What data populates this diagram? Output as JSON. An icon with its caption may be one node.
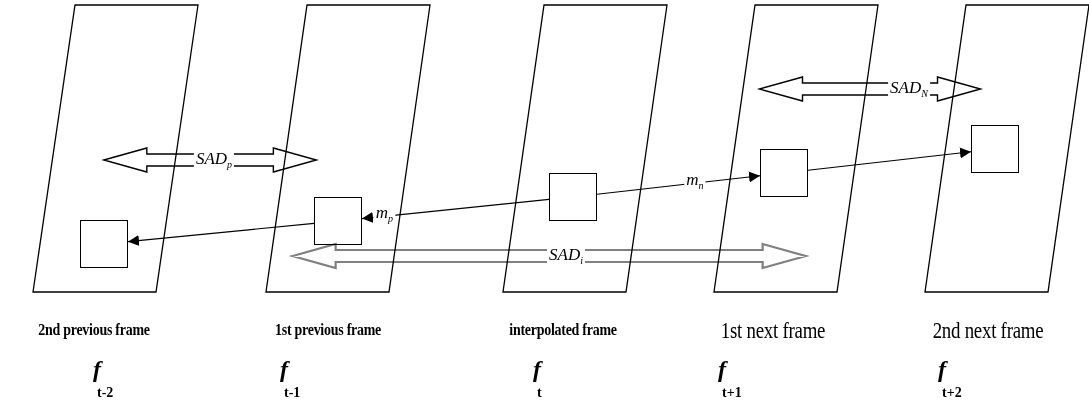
{
  "diagram": {
    "nodes": [
      {
        "text": [],
        "shape": "parallelogram",
        "beside": [
          "2nd previous frame",
          "*f*$_{t-2}$"
        ]
      },
      {
        "text": [],
        "shape": "box",
        "in": 0
      },
      {
        "text": [],
        "shape": "parallelogram",
        "beside": [
          "1st previous frame",
          "*f*$_{t-1}$"
        ]
      },
      {
        "text": [],
        "shape": "box",
        "in": 2
      },
      {
        "text": [],
        "shape": "parallelogram",
        "beside": [
          "interpolated frame",
          "*f*$_{t}$"
        ]
      },
      {
        "text": [],
        "shape": "box",
        "in": 4
      },
      {
        "text": [],
        "shape": "parallelogram",
        "beside": [
          "1st next frame",
          "*f*$_{t+1}$"
        ]
      },
      {
        "text": [],
        "shape": "box",
        "in": 6
      },
      {
        "text": [],
        "shape": "parallelogram",
        "beside": [
          "2nd next frame",
          "*f*$_{t+2}$"
        ]
      },
      {
        "text": [],
        "shape": "box",
        "in": 8
      }
    ],
    "edges": [
      {
        "from": 5,
        "to": 3,
        "arrow": "to",
        "label": "m$_{p}$"
      },
      {
        "from": 3,
        "to": 1,
        "arrow": "to"
      },
      {
        "from": 5,
        "to": 7,
        "arrow": "to",
        "label": "m$_{n}$"
      },
      {
        "from": 7,
        "to": 9,
        "arrow": "to"
      },
      {
        "from": 0,
        "to": 2,
        "arrow": "both",
        "label": "SAD$_{p}$",
        "style": "thick"
      },
      {
        "from": 6,
        "to": 8,
        "arrow": "both",
        "label": "SAD$_{N}$",
        "style": "thick"
      },
      {
        "from": 2,
        "to": 6,
        "arrow": "both",
        "label": "SAD$_{i}$",
        "style": "thick",
        "color": "#808080"
      }
    ]
  }
}
